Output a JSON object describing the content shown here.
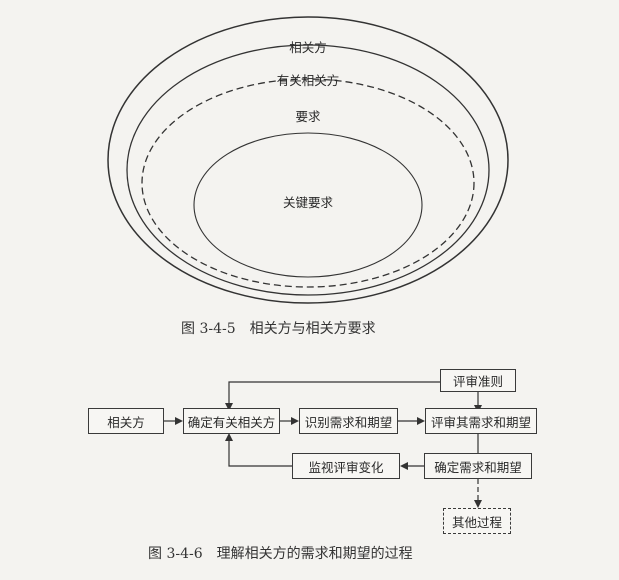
{
  "figure1": {
    "rings": {
      "outer": "相关方",
      "second": "有关相关方",
      "third": "要求",
      "inner": "关键要求"
    },
    "caption": "图 3-4-5　相关方与相关方要求"
  },
  "figure2": {
    "nodes": {
      "stakeholders": "相关方",
      "identify_relevant": "确定有关相关方",
      "identify_needs": "识别需求和期望",
      "review_criteria": "评审准则",
      "review_needs": "评审其需求和期望",
      "determine_needs": "确定需求和期望",
      "monitor_changes": "监视评审变化",
      "other_processes": "其他过程"
    },
    "caption": "图 3-4-6　理解相关方的需求和期望的过程"
  }
}
